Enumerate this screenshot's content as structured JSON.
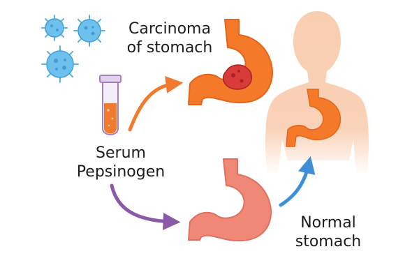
{
  "labels": {
    "carcinoma": [
      "Carcinoma",
      "of stomach"
    ],
    "serum": [
      "Serum",
      "Pepsinogen"
    ],
    "normal": [
      "Normal",
      "stomach"
    ]
  },
  "icons": [
    "virus-icon",
    "test-tube-icon",
    "stomach-icon",
    "human-body-icon",
    "arrow-icon"
  ],
  "colors": {
    "virus": "#5ab3e4",
    "tube_liquid": "#f07b2e",
    "tube_glass": "#c8a6d6",
    "cancer_stomach": "#f47a2a",
    "tumor": "#d93a3a",
    "normal_stomach": "#f08878",
    "body": "#f9cdb0",
    "arrow_orange": "#f07b2e",
    "arrow_purple": "#8a5aa8",
    "arrow_blue": "#3d8fd6"
  }
}
